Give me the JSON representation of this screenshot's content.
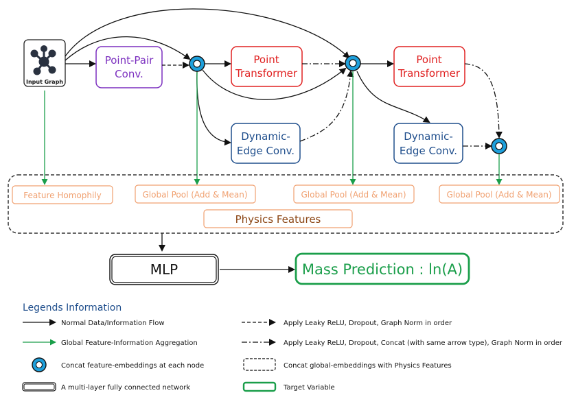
{
  "colors": {
    "black": "#111111",
    "green": "#1a9e4a",
    "purple": "#7b2fbf",
    "red": "#e02020",
    "blue": "#1f4e8c",
    "orange": "#f0a070",
    "brown": "#8b4513",
    "node_fill": "#1ea0dc"
  },
  "nodes": {
    "input_graph": {
      "label": "Input Graph",
      "icon": "graph-network-icon"
    },
    "point_pair": {
      "line1": "Point-Pair",
      "line2": "Conv."
    },
    "point_transformer_1": {
      "line1": "Point",
      "line2": "Transformer"
    },
    "point_transformer_2": {
      "line1": "Point",
      "line2": "Transformer"
    },
    "dynamic_edge_1": {
      "line1": "Dynamic-",
      "line2": "Edge Conv."
    },
    "dynamic_edge_2": {
      "line1": "Dynamic-",
      "line2": "Edge Conv."
    }
  },
  "feature_boxes": {
    "feature_homophily": "Feature Homophily",
    "global_pool_1": "Global Pool (Add & Mean)",
    "global_pool_2": "Global Pool (Add & Mean)",
    "global_pool_3": "Global Pool (Add & Mean)",
    "physics_features": "Physics Features"
  },
  "mlp": "MLP",
  "mass_prediction": "Mass Prediction : ln(A)",
  "legend": {
    "title": "Legends Information",
    "normal_flow": "Normal Data/Information Flow",
    "global_aggregation": "Global Feature-Information Aggregation",
    "concat_node": "Concat feature-embeddings at each node",
    "mlp_network": "A multi-layer fully connected network",
    "dashed_arrow": "Apply Leaky ReLU, Dropout, Graph Norm in order",
    "dashdot_arrow": "Apply Leaky ReLU, Dropout, Concat (with same arrow type), Graph Norm in order",
    "concat_global": "Concat global-embeddings with Physics Features",
    "target_variable": "Target Variable"
  }
}
